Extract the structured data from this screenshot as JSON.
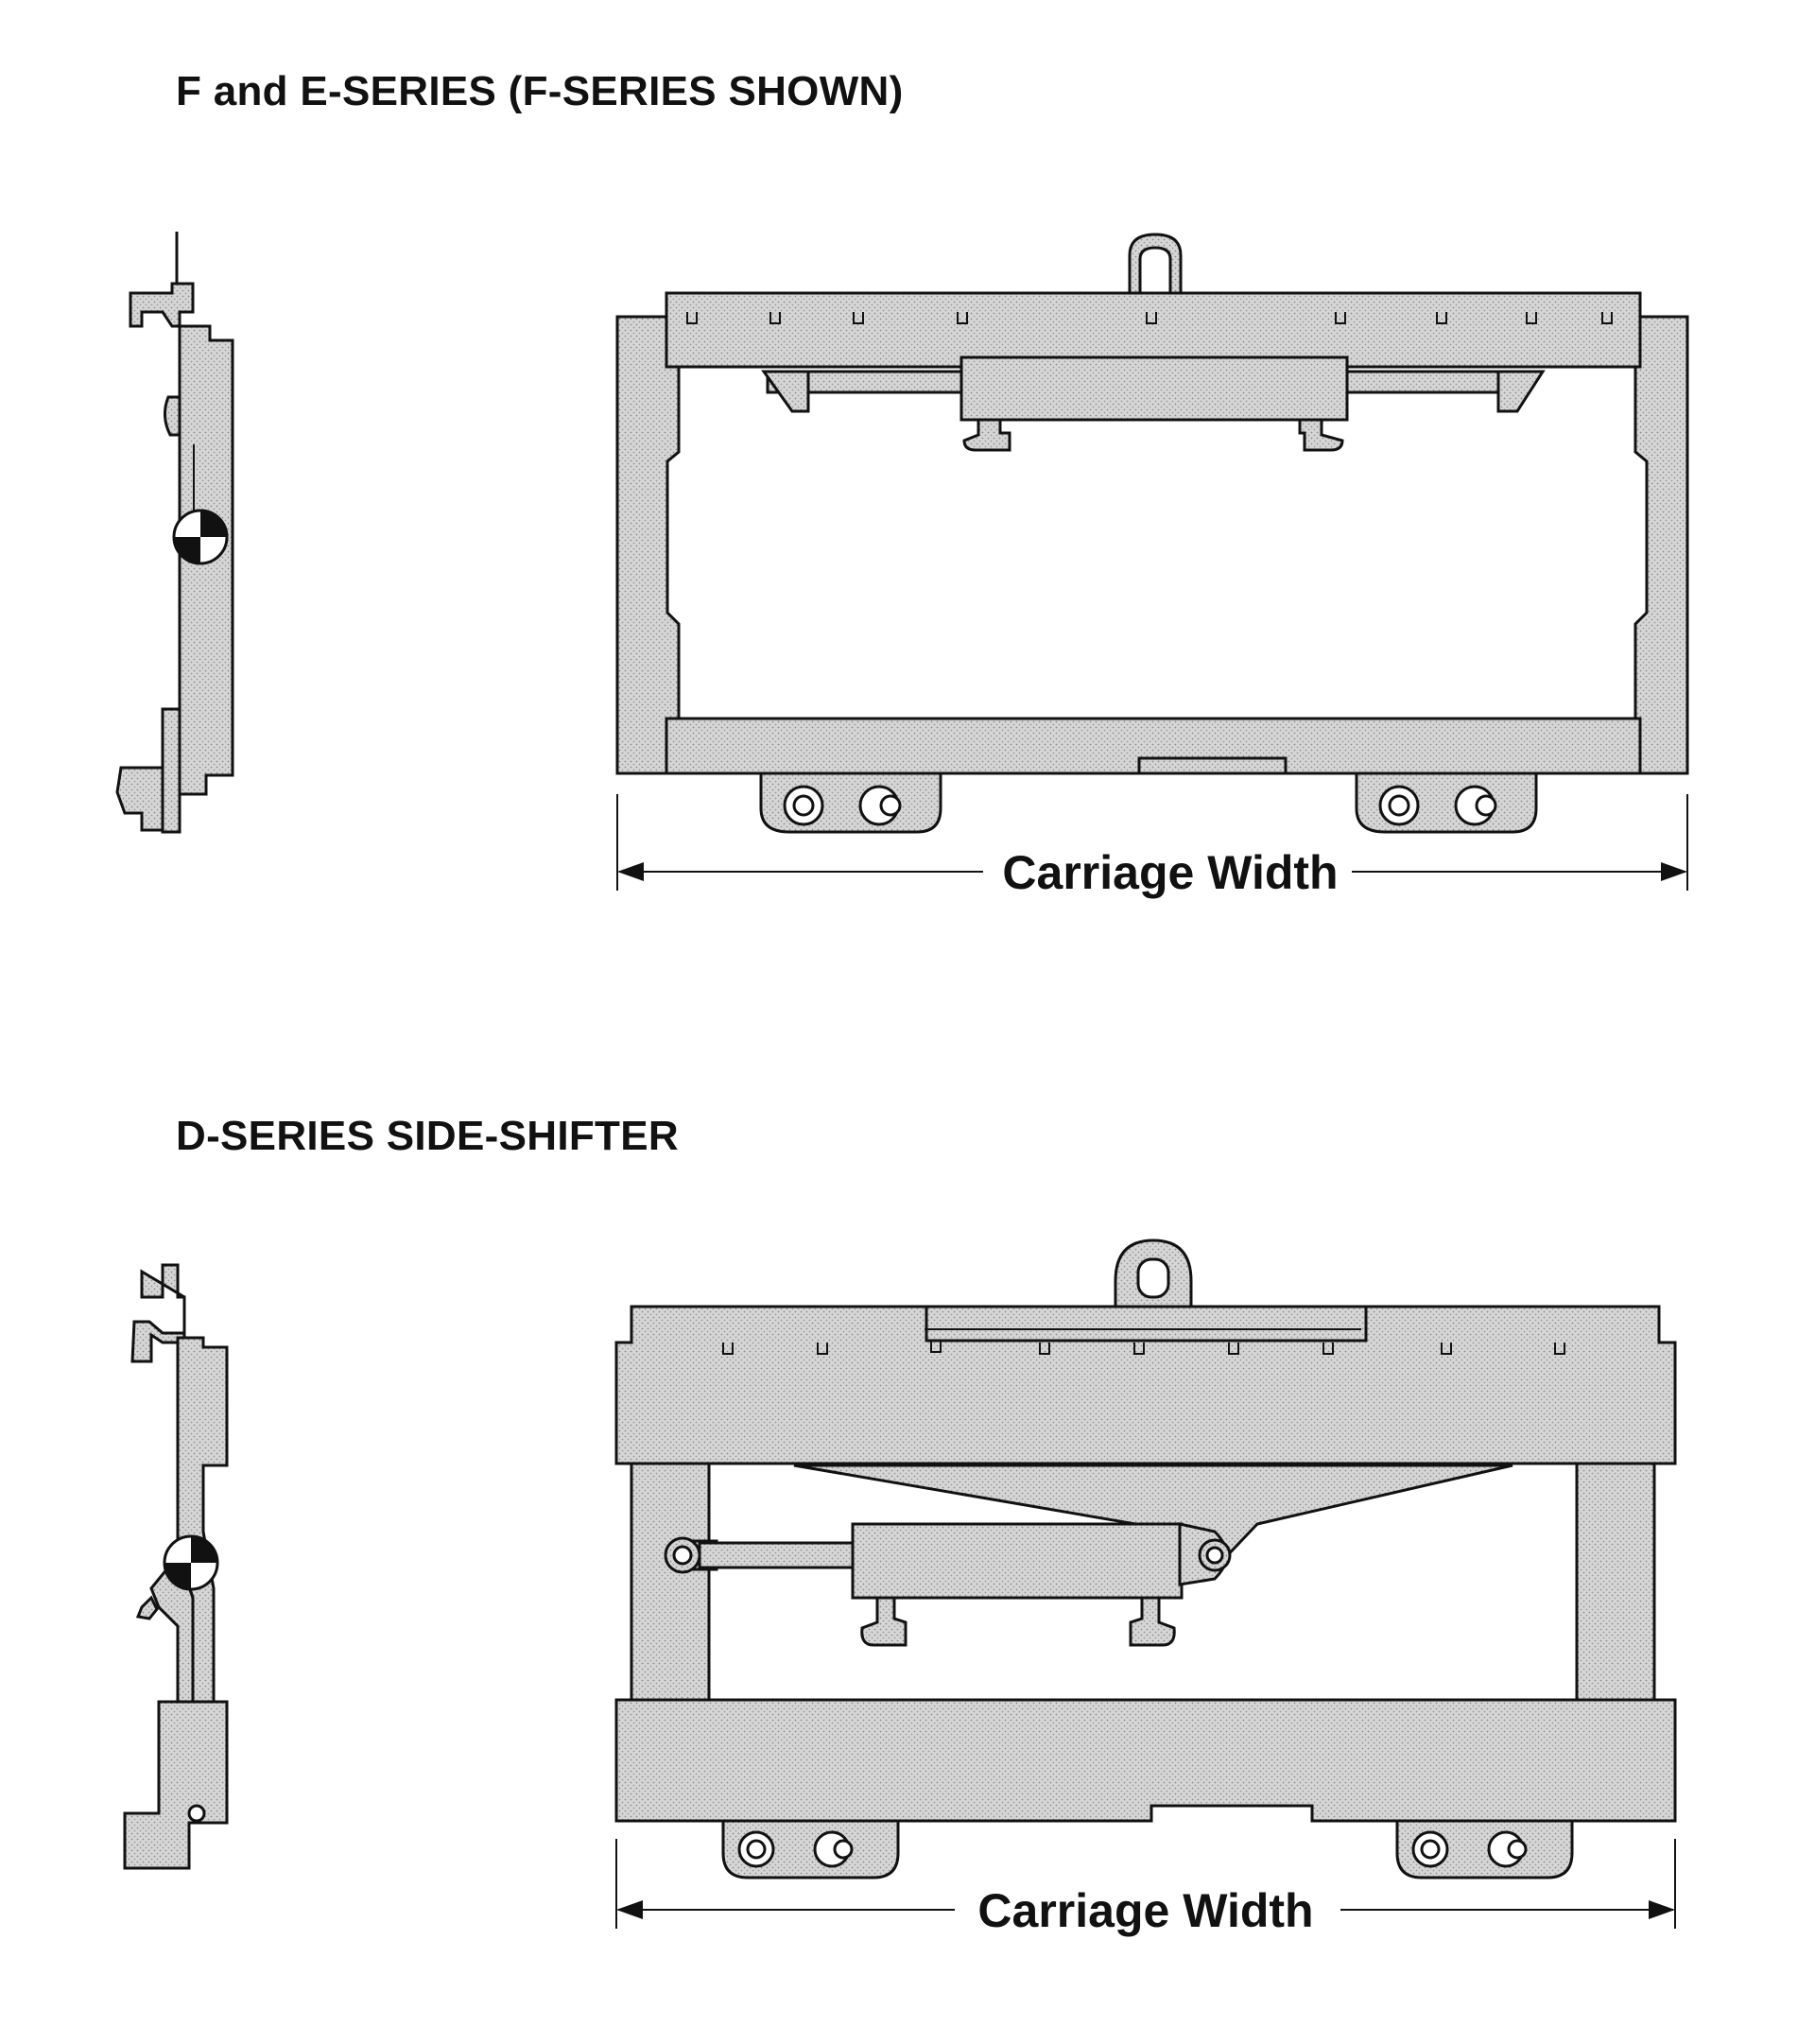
{
  "sections": [
    {
      "title": "F and E-SERIES (F-SERIES SHOWN)",
      "dimension_label": "Carriage Width"
    },
    {
      "title": "D-SERIES SIDE-SHIFTER",
      "dimension_label": "Carriage Width"
    }
  ],
  "colors": {
    "ink": "#111111",
    "fill": "#c9c9c9",
    "background": "#ffffff"
  },
  "icons": [
    "center-of-gravity-icon",
    "lifting-eye-icon",
    "fork-hook-icon"
  ]
}
